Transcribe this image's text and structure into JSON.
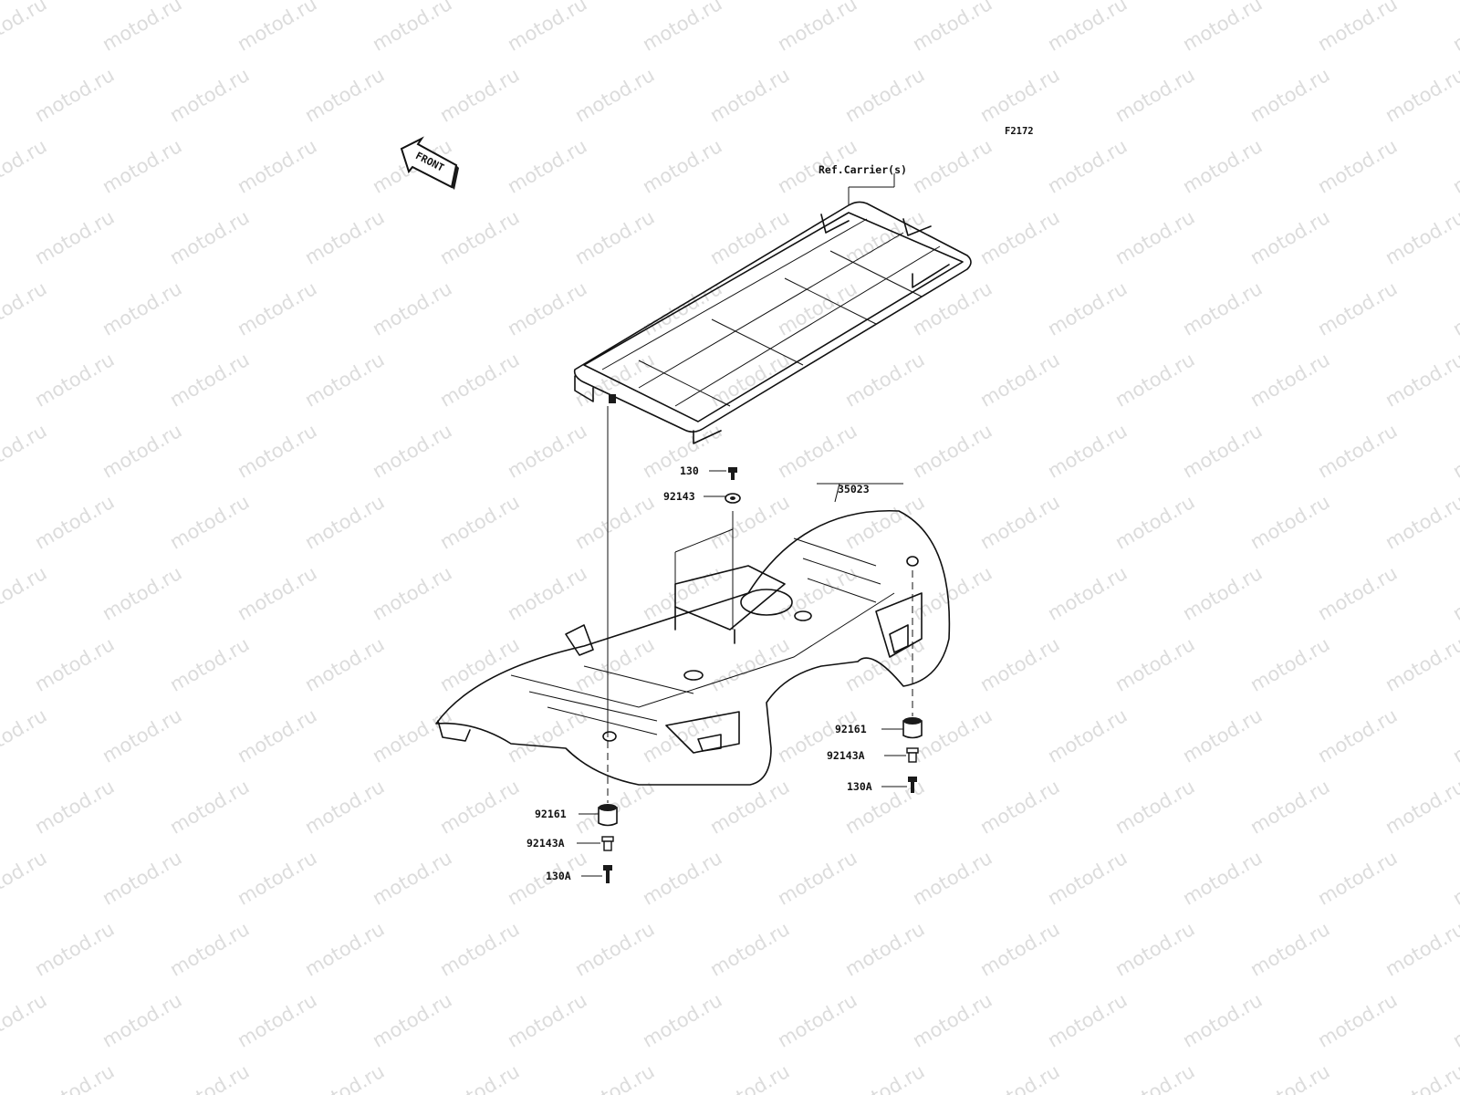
{
  "figure_code": "F2172",
  "front_arrow": {
    "label": "FRONT",
    "icon": "front-direction-arrow-icon"
  },
  "watermark": {
    "text": "motod.ru"
  },
  "colors": {
    "line": "#111111",
    "watermark": "#dcdcdc",
    "background": "#ffffff"
  },
  "callouts": {
    "carrier_ref": "Ref.Carrier(s)",
    "fender": "35023",
    "top_bolt": "130",
    "top_washer": "92143",
    "left_damper": "92161",
    "left_collar": "92143A",
    "left_bolt": "130A",
    "right_damper": "92161",
    "right_collar": "92143A",
    "right_bolt": "130A"
  }
}
